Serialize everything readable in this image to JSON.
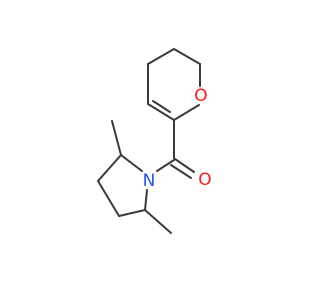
{
  "molecule": {
    "atoms": [
      {
        "id": "o_ring",
        "symbol": "O",
        "color": "#ff1a1a"
      },
      {
        "id": "o_carbonyl",
        "symbol": "O",
        "color": "#ff1a1a"
      },
      {
        "id": "n_amide",
        "symbol": "N",
        "color": "#2255ee"
      }
    ],
    "bond_color": "#3a3a3a"
  }
}
